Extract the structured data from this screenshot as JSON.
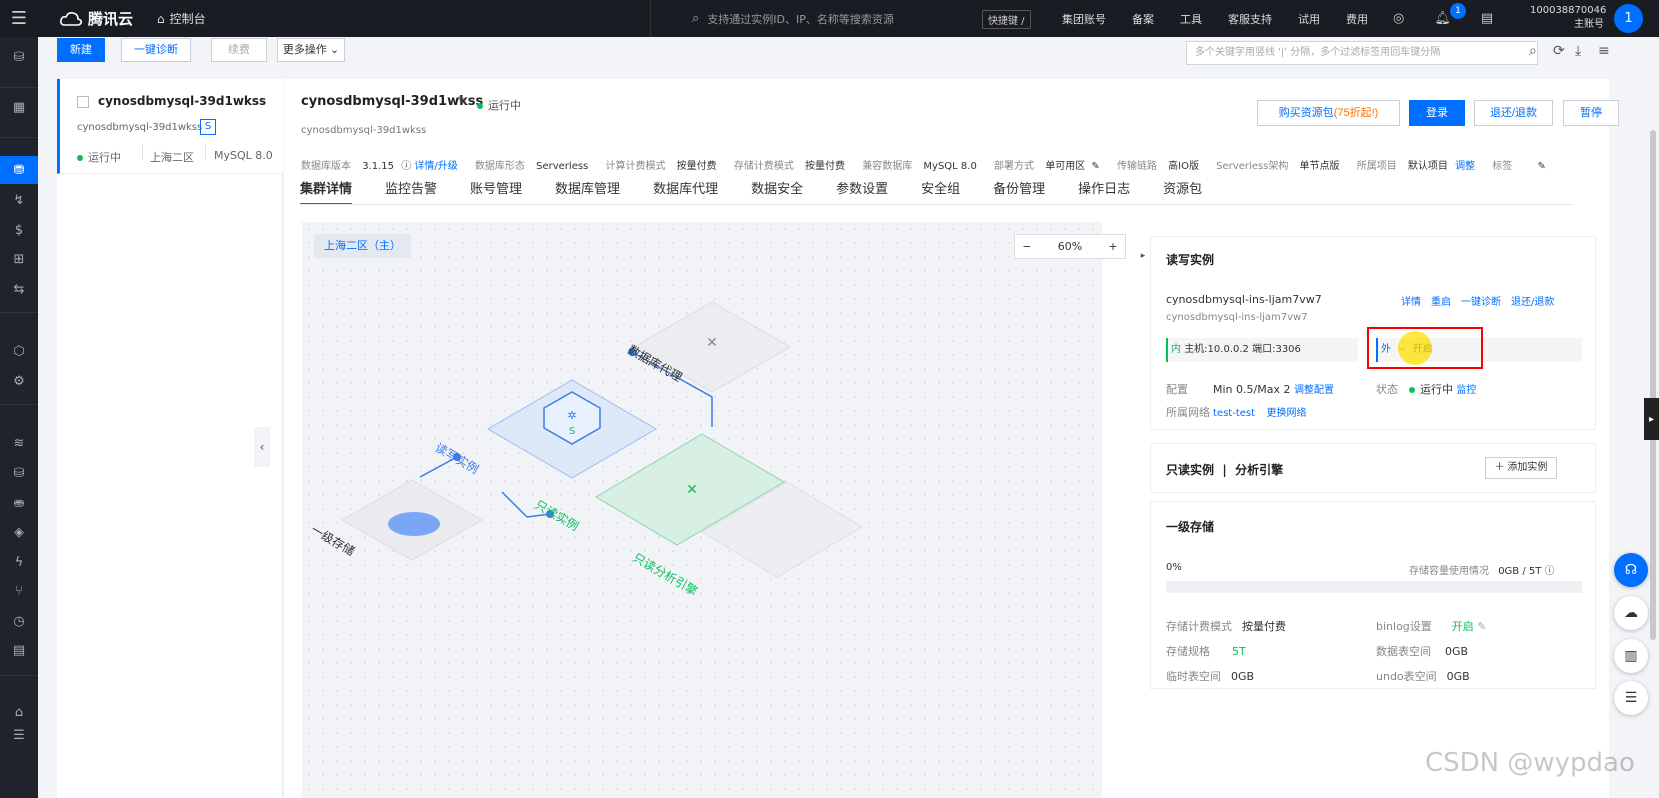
{
  "topbar": {
    "brand": "腾讯云",
    "console": "控制台",
    "search_placeholder": "支持通过实例ID、IP、名称等搜索资源",
    "hotkey": "快捷键 /",
    "nav": [
      "集团账号",
      "备案",
      "工具",
      "客服支持",
      "试用",
      "费用"
    ],
    "notification_count": "1",
    "account_id": "100038870046",
    "account_role": "主账号",
    "avatar_label": "1"
  },
  "toolbar": {
    "new": "新建",
    "diagnose": "一键诊断",
    "renew": "续费",
    "more": "更多操作",
    "filter_placeholder": "多个关键字用竖线 '|' 分隔，多个过滤标签用回车键分隔"
  },
  "list": {
    "name": "cynosdbmysql-39d1wkss",
    "id": "cynosdbmysql-39d1wkss",
    "type_badge": "S",
    "status": "运行中",
    "region": "上海二区",
    "version": "MySQL 8.0"
  },
  "detail": {
    "title": "cynosdbmysql-39d1wkss",
    "status": "运行中",
    "subtitle": "cynosdbmysql-39d1wkss",
    "buttons": {
      "buy": "购买资源包",
      "buy_promo": "(75折起!)",
      "login": "登录",
      "refund": "退还/退款",
      "pause": "暂停"
    },
    "meta": [
      {
        "k": "数据库版本",
        "v": "3.1.15"
      },
      {
        "k": "",
        "v": "详情/升级"
      },
      {
        "k": "数据库形态",
        "v": "Serverless"
      },
      {
        "k": "计算计费模式",
        "v": "按量付费"
      },
      {
        "k": "存储计费模式",
        "v": "按量付费"
      },
      {
        "k": "兼容数据库",
        "v": "MySQL 8.0"
      },
      {
        "k": "部署方式",
        "v": "单可用区"
      },
      {
        "k": "传输链路",
        "v": "高IO版"
      },
      {
        "k": "Serverless架构",
        "v": "单节点版"
      },
      {
        "k": "所属项目",
        "v": "默认项目"
      },
      {
        "k": "",
        "v": "调整"
      },
      {
        "k": "标签",
        "v": ""
      }
    ],
    "tabs": [
      "集群详情",
      "监控告警",
      "账号管理",
      "数据库管理",
      "数据库代理",
      "数据安全",
      "参数设置",
      "安全组",
      "备份管理",
      "操作日志",
      "资源包"
    ]
  },
  "diagram": {
    "zone": "上海二区（主）",
    "zoom": "60%",
    "minus": "−",
    "plus": "+",
    "labels": {
      "proxy": "数据库代理",
      "rw": "读写实例",
      "ro": "只读实例",
      "storage": "一级存储",
      "analysis": "只读分析引擎"
    },
    "node_badge": "S"
  },
  "rw_card": {
    "title": "读写实例",
    "instance_name": "cynosdbmysql-ins-ljam7vw7",
    "instance_id": "cynosdbmysql-ins-ljam7vw7",
    "actions": [
      "详情",
      "重启",
      "一键诊断",
      "退还/退款"
    ],
    "inner_tag": "内",
    "inner_addr": "主机:10.0.0.2 端口:3306",
    "outer_tag": "外",
    "outer_value": "--",
    "outer_action": "开启",
    "config_k": "配置",
    "config_v": "Min 0.5/Max 2",
    "config_link": "调整配置",
    "state_k": "状态",
    "state_v": "运行中",
    "state_link": "监控",
    "network_k": "所属网络",
    "network_v": "test-test",
    "network_link": "更换网络"
  },
  "ro_card": {
    "title": "只读实例  |  分析引擎",
    "add": "添加实例"
  },
  "storage_card": {
    "title": "一级存储",
    "usage_pct": "0%",
    "usage_k": "存储容量使用情况",
    "usage_v": "0GB / 5T",
    "fill_fraction": 0.0,
    "rows": [
      {
        "k": "存储计费模式",
        "v": "按量付费"
      },
      {
        "k": "binlog设置",
        "v": "开启"
      },
      {
        "k": "存储规格",
        "v": "5T"
      },
      {
        "k": "数据表空间",
        "v": "0GB"
      },
      {
        "k": "临时表空间",
        "v": "0GB"
      },
      {
        "k": "undo表空间",
        "v": "0GB"
      }
    ]
  },
  "watermark": "CSDN @wypdao",
  "colors": {
    "accent": "#006eff",
    "success": "#0abf5b",
    "topbar": "#191c23",
    "highlight": "#ff0000"
  }
}
